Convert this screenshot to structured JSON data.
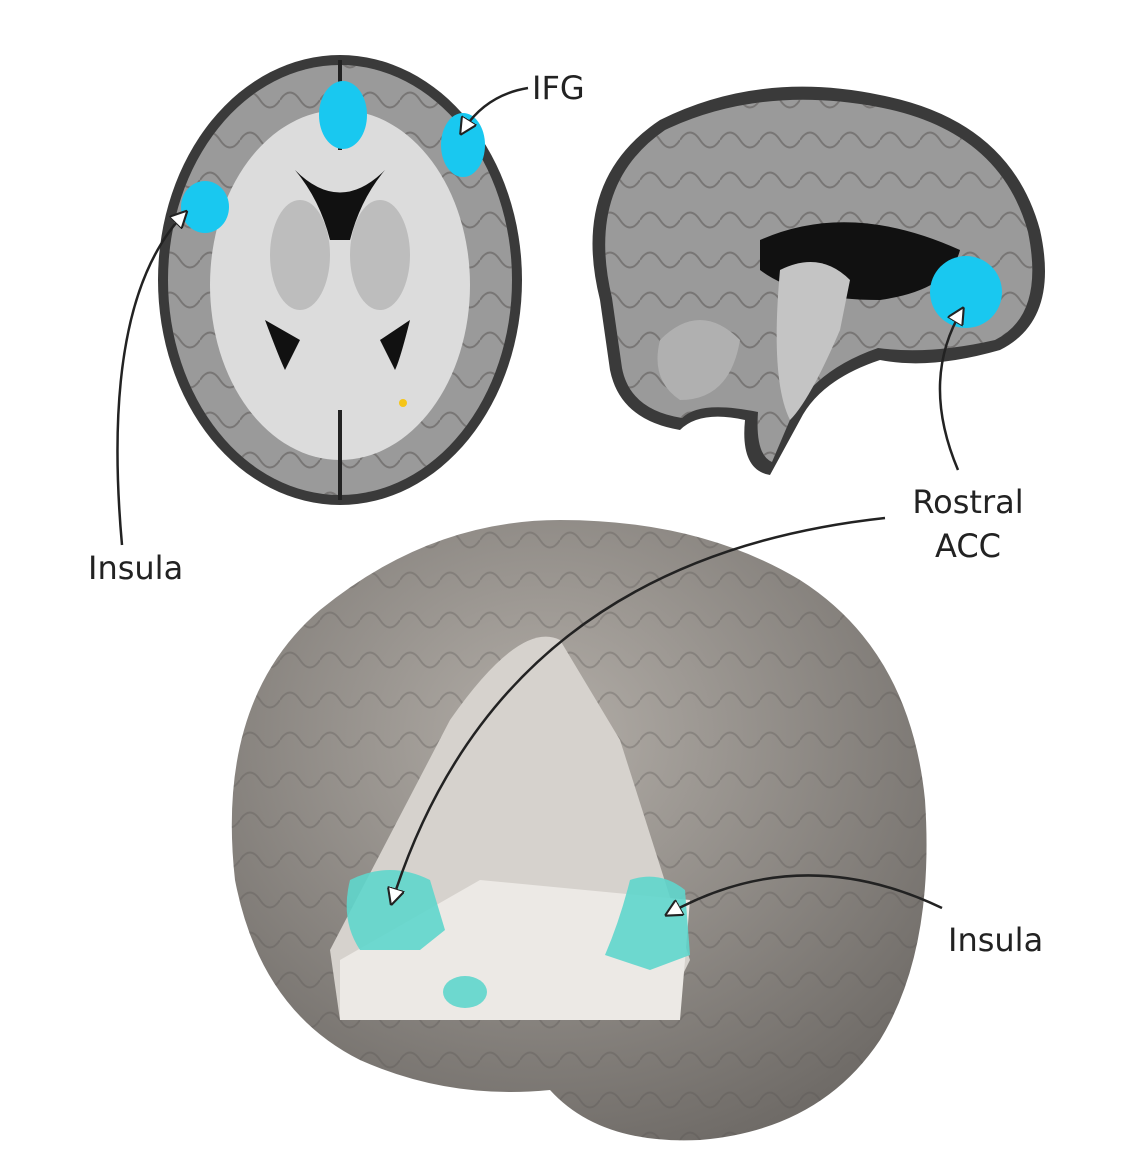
{
  "labels": {
    "ifg": "IFG",
    "insula_axial": "Insula",
    "rostral_acc_line1": "Rostral",
    "rostral_acc_line2": "ACC",
    "insula_3d": "Insula"
  },
  "colors": {
    "activation_blue": "#19c8f0",
    "activation_teal": "#5fd6cc",
    "activation_yellow": "#f5c518",
    "brain_gray": "#8d8a86",
    "white_matter": "#d9d9d9"
  }
}
